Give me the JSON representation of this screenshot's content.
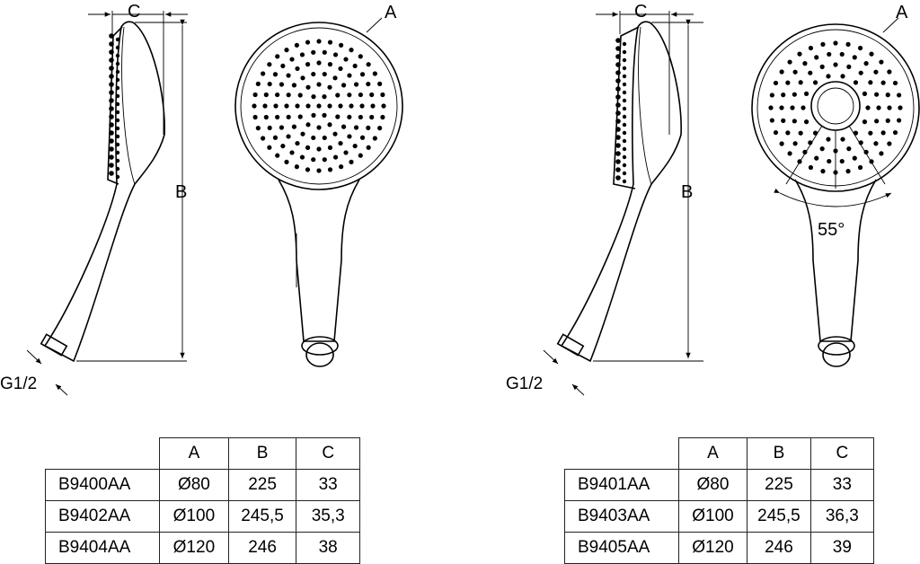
{
  "labels": {
    "a": "A",
    "b": "B",
    "c": "C",
    "thread": "G1/2",
    "angle": "55°"
  },
  "tables": [
    {
      "headers": [
        "A",
        "B",
        "C"
      ],
      "rows": [
        {
          "model": "B9400AA",
          "a": "Ø80",
          "b": "225",
          "c": "33"
        },
        {
          "model": "B9402AA",
          "a": "Ø100",
          "b": "245,5",
          "c": "35,3"
        },
        {
          "model": "B9404AA",
          "a": "Ø120",
          "b": "246",
          "c": "38"
        }
      ]
    },
    {
      "headers": [
        "A",
        "B",
        "C"
      ],
      "rows": [
        {
          "model": "B9401AA",
          "a": "Ø80",
          "b": "225",
          "c": "33"
        },
        {
          "model": "B9403AA",
          "a": "Ø100",
          "b": "245,5",
          "c": "36,3"
        },
        {
          "model": "B9405AA",
          "a": "Ø120",
          "b": "246",
          "c": "39"
        }
      ]
    }
  ]
}
